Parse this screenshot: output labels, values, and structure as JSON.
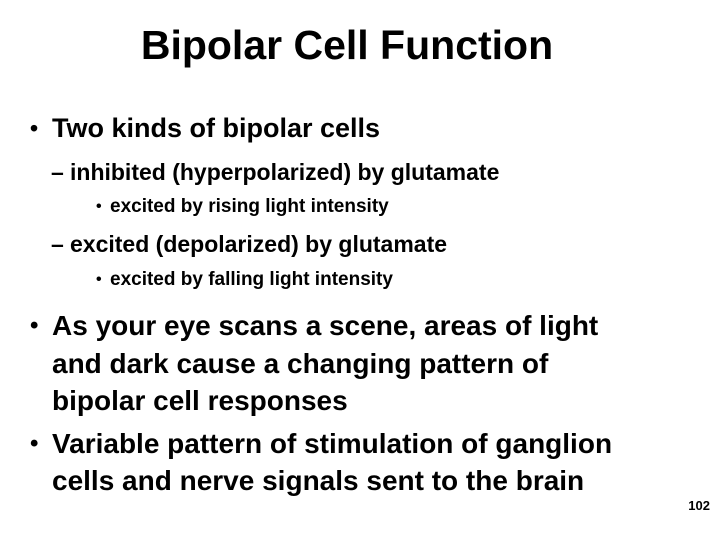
{
  "slide": {
    "title": "Bipolar Cell Function",
    "page_number": "102",
    "markers": {
      "level1": "•",
      "level2": "–",
      "level3": "•"
    },
    "bullets": [
      {
        "level": 1,
        "marker": "•",
        "lines": [
          "Two kinds of bipolar cells"
        ]
      },
      {
        "level": 2,
        "marker": "–",
        "lines": [
          "inhibited (hyperpolarized) by glutamate"
        ]
      },
      {
        "level": 3,
        "marker": "•",
        "lines": [
          "excited by rising light intensity"
        ]
      },
      {
        "level": 2,
        "marker": "–",
        "lines": [
          "excited (depolarized) by glutamate"
        ]
      },
      {
        "level": 3,
        "marker": "•",
        "lines": [
          "excited by falling light intensity"
        ]
      },
      {
        "level": 1,
        "marker": "•",
        "lines": [
          "As your eye scans a scene, areas of light",
          "and dark cause a changing pattern of",
          "bipolar cell responses"
        ]
      },
      {
        "level": 1,
        "marker": "•",
        "lines": [
          "Variable pattern of stimulation of ganglion",
          "cells and nerve signals sent to the brain"
        ]
      }
    ],
    "colors": {
      "background": "#ffffff",
      "text": "#000000"
    }
  }
}
